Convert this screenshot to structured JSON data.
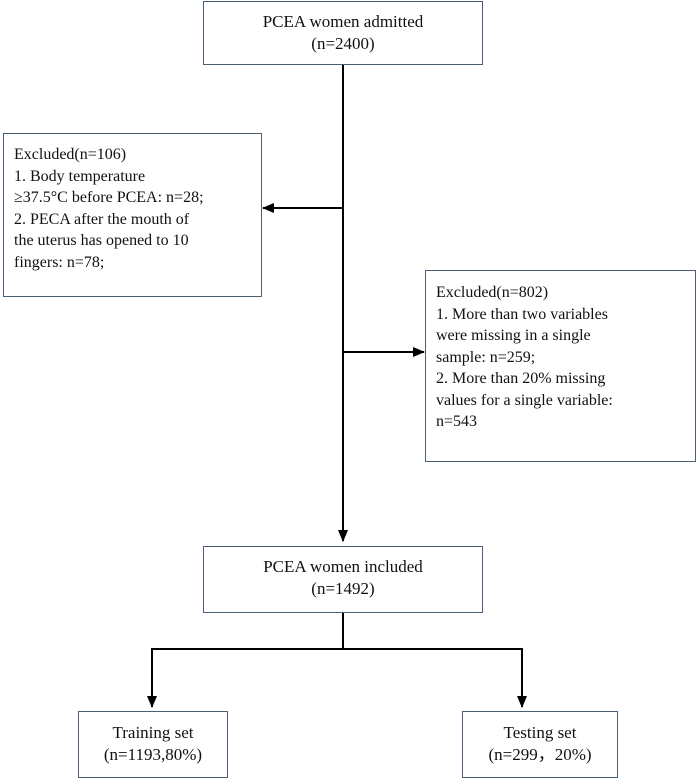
{
  "admitted": {
    "title": "PCEA women admitted",
    "count": "(n=2400)"
  },
  "excluded_left": {
    "lines": [
      "Excluded(n=106)",
      "1. Body temperature",
      "≥37.5°C before PCEA: n=28;",
      "2. PECA after the mouth of",
      "the uterus has opened to 10",
      "fingers: n=78;"
    ]
  },
  "excluded_right": {
    "lines": [
      "Excluded(n=802)",
      "1. More than two variables",
      "were missing in a single",
      "sample: n=259;",
      "2. More than 20% missing",
      "values for a single variable:",
      "n=543"
    ]
  },
  "included": {
    "title": "PCEA women included",
    "count": "(n=1492)"
  },
  "training": {
    "title": "Training set",
    "count": "(n=1193,80%)"
  },
  "testing": {
    "title": "Testing set",
    "count": "(n=299，20%)"
  }
}
